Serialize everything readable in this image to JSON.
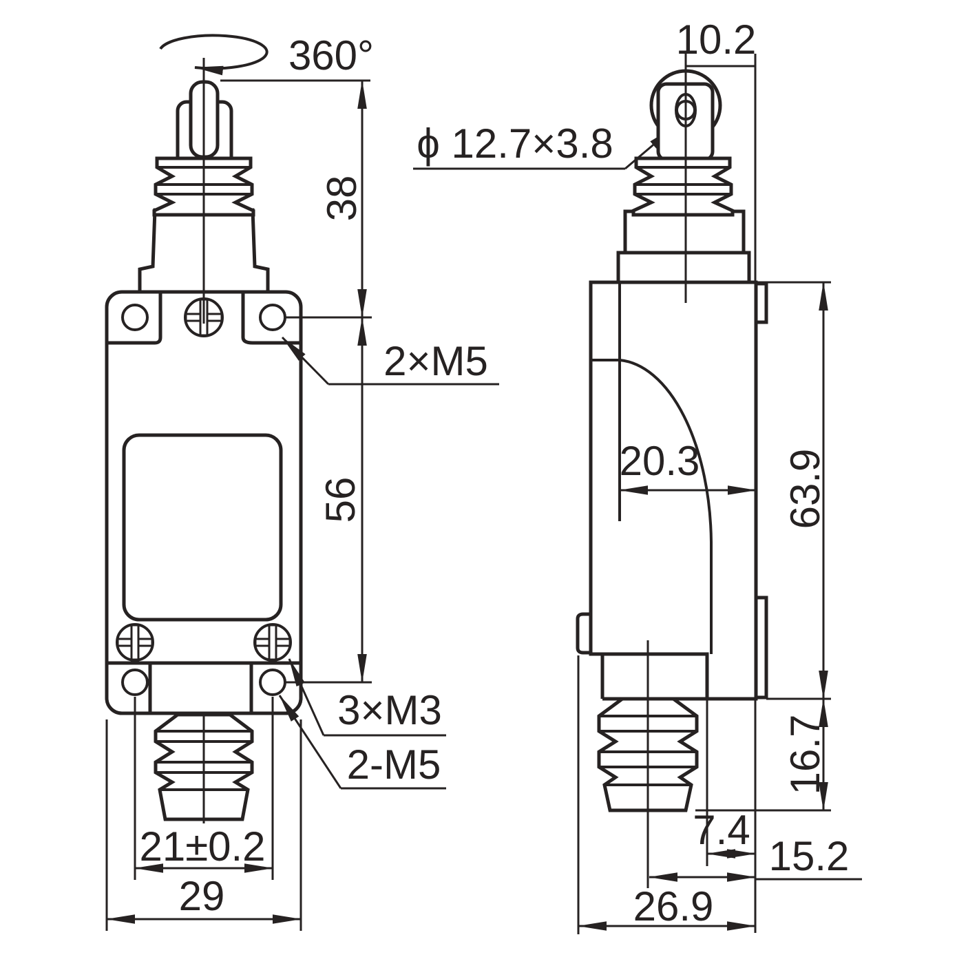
{
  "title": "Limit switch dimensional drawing",
  "labels": {
    "rotation": "360°",
    "roller_spec": "ϕ 12.7×3.8",
    "top_mount_holes": "2×M5",
    "cover_screws": "3×M3",
    "bottom_mount_holes": "2-M5"
  },
  "dims": {
    "head_height": "38",
    "mount_hole_span": "56",
    "roller_offset": "10.2",
    "body_depth": "20.3",
    "side_body_height": "63.9",
    "bellows_length": "16.7",
    "hole_spacing": "21±0.2",
    "body_width": "29",
    "plunger_back_offset": "7.4",
    "plunger_center_offset": "15.2",
    "side_overall_width": "26.9"
  }
}
